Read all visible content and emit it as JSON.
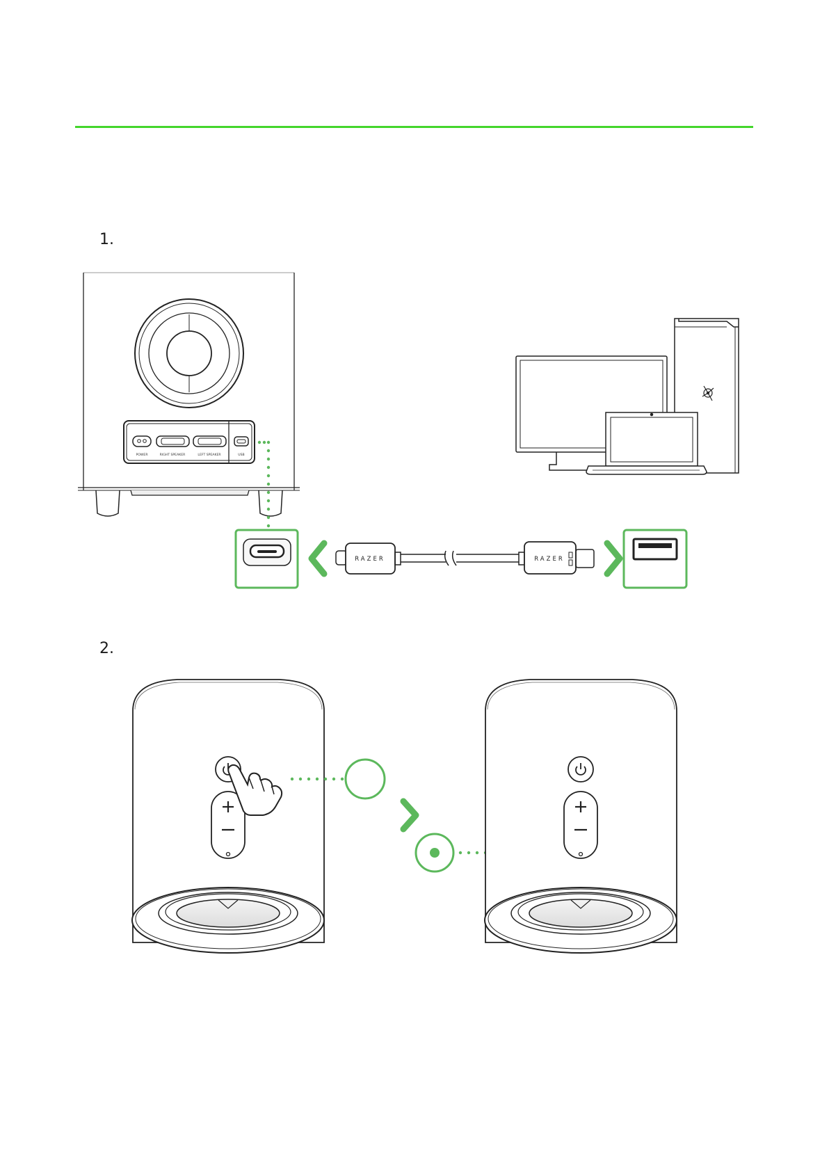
{
  "document": {
    "accent_color": "#44d62c",
    "step_color": "#5cb85c",
    "steps": [
      {
        "number": "1."
      },
      {
        "number": "2."
      }
    ]
  },
  "subwoofer": {
    "port_labels": [
      "POWER",
      "RIGHT SPEAKER",
      "LEFT SPEAKER",
      "USB"
    ]
  },
  "cable": {
    "brand_left": "RAZER",
    "brand_right": "RAZER"
  },
  "icons": {
    "usb_c_port": "usb-c-port-icon",
    "usb_a_port": "usb-a-port-icon",
    "power": "power-icon",
    "volume_up": "plus-icon",
    "volume_down": "minus-icon",
    "led": "led-indicator-icon",
    "hand": "hand-press-icon",
    "chevron": "chevron-icon"
  }
}
